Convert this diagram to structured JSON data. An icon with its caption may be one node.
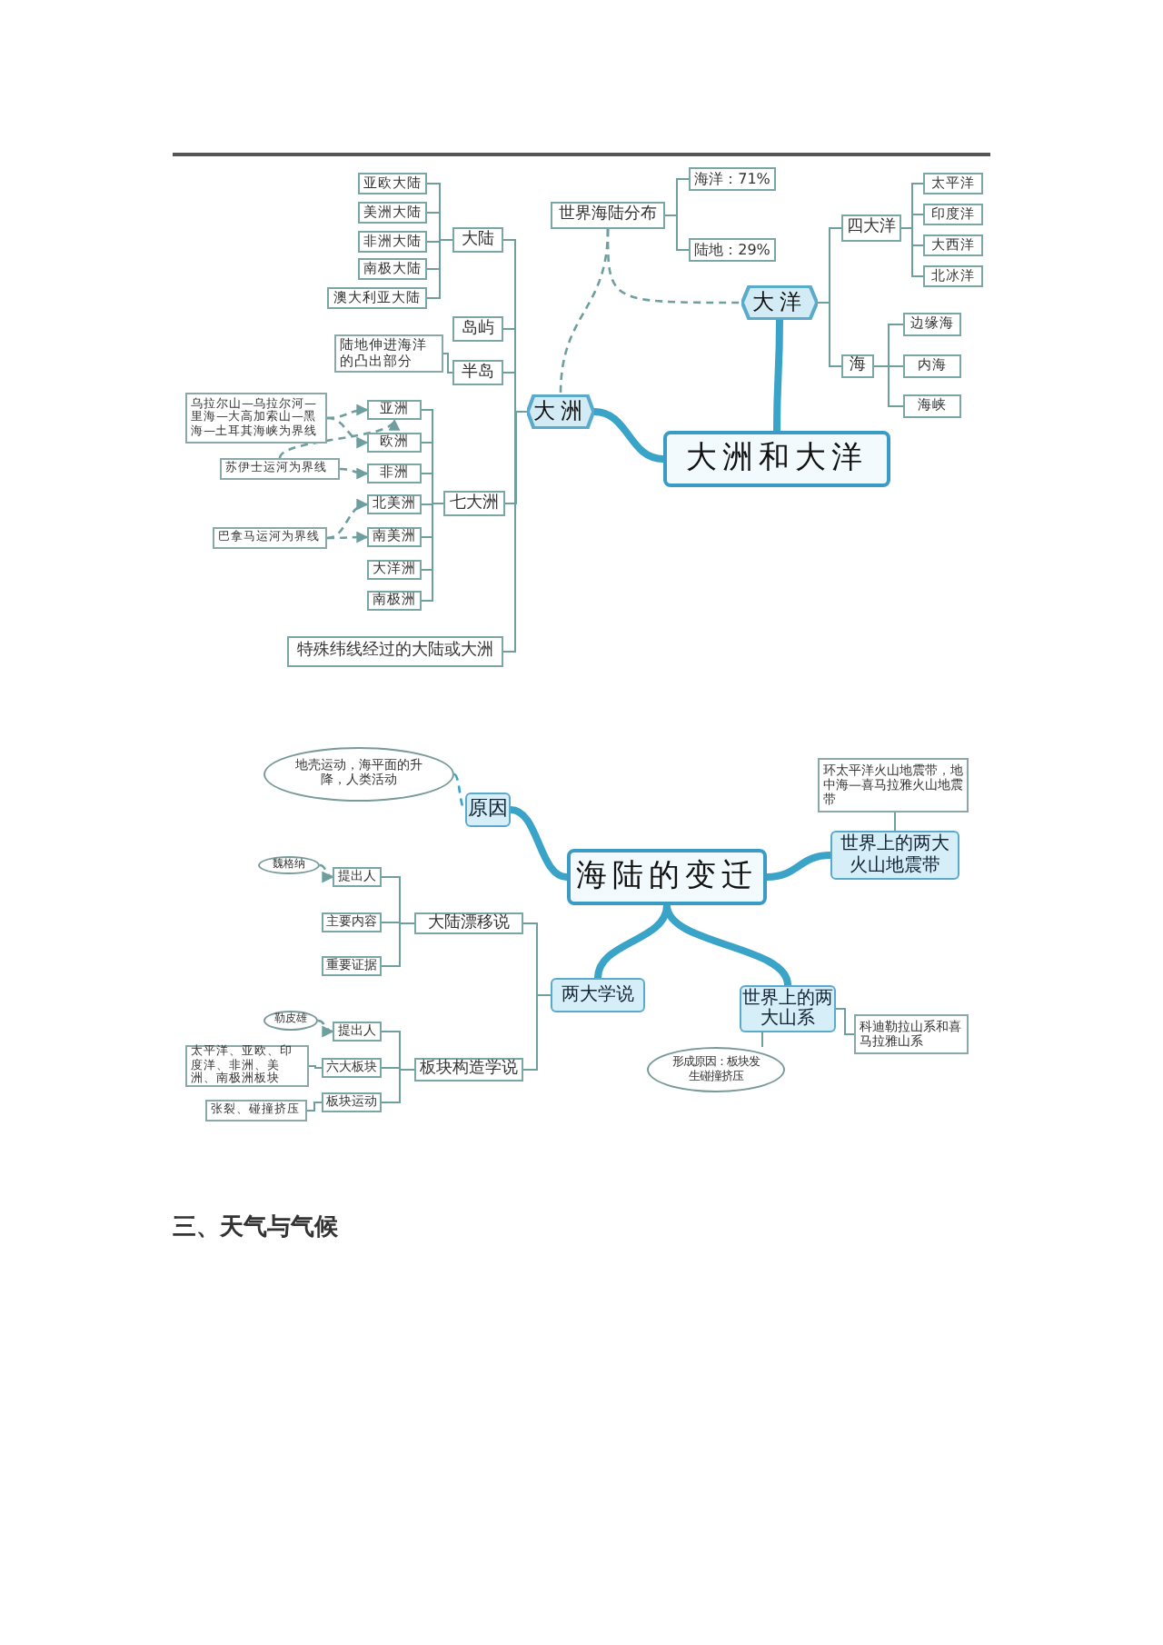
{
  "diagram": {
    "nodes": [
      {
        "text": [
          "大洲和大洋"
        ]
      },
      {
        "text": [
          "大洋"
        ]
      },
      {
        "text": [
          "世界海陆分布"
        ]
      },
      {
        "text": [
          "海洋：71%"
        ]
      },
      {
        "text": [
          "陆地：29%"
        ]
      },
      {
        "text": [
          "四大洋"
        ]
      },
      {
        "text": [
          "太平洋"
        ]
      },
      {
        "text": [
          "印度洋"
        ]
      },
      {
        "text": [
          "大西洋"
        ]
      },
      {
        "text": [
          "北冰洋"
        ]
      },
      {
        "text": [
          "海"
        ]
      },
      {
        "text": [
          "边缘海"
        ]
      },
      {
        "text": [
          "内海"
        ]
      },
      {
        "text": [
          "海峡"
        ]
      },
      {
        "text": [
          "大洲"
        ]
      },
      {
        "text": [
          "大陆"
        ]
      },
      {
        "text": [
          "亚欧大陆"
        ]
      },
      {
        "text": [
          "美洲大陆"
        ]
      },
      {
        "text": [
          "非洲大陆"
        ]
      },
      {
        "text": [
          "南极大陆"
        ]
      },
      {
        "text": [
          "澳大利亚大陆"
        ]
      },
      {
        "text": [
          "岛屿"
        ]
      },
      {
        "text": [
          "陆地伸进海洋的凸出部分"
        ]
      },
      {
        "text": [
          "半岛"
        ]
      },
      {
        "text": [
          "七大洲"
        ]
      },
      {
        "text": [
          "乌拉尔山—乌拉尔河—里海—大高加索山—黑海—土耳其海峡为界线"
        ]
      },
      {
        "text": [
          "苏伊士运河为界线"
        ]
      },
      {
        "text": [
          "亚洲"
        ]
      },
      {
        "text": [
          "欧洲"
        ]
      },
      {
        "text": [
          "非洲"
        ]
      },
      {
        "text": [
          "巴拿马运河为界线"
        ]
      },
      {
        "text": [
          "北美洲"
        ]
      },
      {
        "text": [
          "南美洲"
        ]
      },
      {
        "text": [
          "大洋洲"
        ]
      },
      {
        "text": [
          "南极洲"
        ]
      },
      {
        "text": [
          "特殊纬线经过的大陆或大洲"
        ]
      },
      {
        "text": [
          "海陆的变迁"
        ]
      },
      {
        "text": [
          "地壳运动，海平面的升降，人类活动"
        ]
      },
      {
        "text": [
          "原因"
        ]
      },
      {
        "text": [
          "环太平洋火山地震带，地中海—喜马拉雅火山地震带"
        ]
      },
      {
        "text": [
          "世界上的两大火山地震带"
        ]
      },
      {
        "text": [
          "魏格纳"
        ]
      },
      {
        "text": [
          "提出人"
        ]
      },
      {
        "text": [
          "主要内容"
        ]
      },
      {
        "text": [
          "重要证据"
        ]
      },
      {
        "text": [
          "大陆漂移说"
        ]
      },
      {
        "text": [
          "两大学说"
        ]
      },
      {
        "text": [
          "勒皮雄"
        ]
      },
      {
        "text": [
          "提出人"
        ]
      },
      {
        "text": [
          "太平洋、亚欧、印度洋、非洲、美洲、南极洲板块"
        ]
      },
      {
        "text": [
          "六大板块"
        ]
      },
      {
        "text": [
          "张裂、碰撞挤压"
        ]
      },
      {
        "text": [
          "板块运动"
        ]
      },
      {
        "text": [
          "板块构造学说"
        ]
      },
      {
        "text": [
          "世界上的两大山系"
        ]
      },
      {
        "text": [
          "科迪勒拉山系和喜马拉雅山系"
        ]
      },
      {
        "text": [
          "形成原因：板块发生碰撞挤压"
        ]
      }
    ],
    "edges": [
      {
        "from": 0,
        "to": 14,
        "arrow": "none",
        "style": "thick",
        "color": "#3aa3c8"
      },
      {
        "from": 0,
        "to": 1,
        "arrow": "none",
        "style": "thick",
        "color": "#3aa3c8"
      },
      {
        "from": 2,
        "to": 14,
        "arrow": "none",
        "style": "dashed"
      },
      {
        "from": 2,
        "to": 1,
        "arrow": "none",
        "style": "dashed"
      },
      {
        "from": 2,
        "to": 3,
        "arrow": "none"
      },
      {
        "from": 2,
        "to": 4,
        "arrow": "none"
      },
      {
        "from": 1,
        "to": 5,
        "arrow": "none"
      },
      {
        "from": 1,
        "to": 10,
        "arrow": "none"
      },
      {
        "from": 5,
        "to": 6,
        "arrow": "none"
      },
      {
        "from": 5,
        "to": 7,
        "arrow": "none"
      },
      {
        "from": 5,
        "to": 8,
        "arrow": "none"
      },
      {
        "from": 5,
        "to": 9,
        "arrow": "none"
      },
      {
        "from": 10,
        "to": 11,
        "arrow": "none"
      },
      {
        "from": 10,
        "to": 12,
        "arrow": "none"
      },
      {
        "from": 10,
        "to": 13,
        "arrow": "none"
      },
      {
        "from": 14,
        "to": 15,
        "arrow": "none"
      },
      {
        "from": 14,
        "to": 21,
        "arrow": "none"
      },
      {
        "from": 14,
        "to": 23,
        "arrow": "none"
      },
      {
        "from": 14,
        "to": 24,
        "arrow": "none"
      },
      {
        "from": 14,
        "to": 35,
        "arrow": "none"
      },
      {
        "from": 15,
        "to": 16,
        "arrow": "none"
      },
      {
        "from": 15,
        "to": 17,
        "arrow": "none"
      },
      {
        "from": 15,
        "to": 18,
        "arrow": "none"
      },
      {
        "from": 15,
        "to": 19,
        "arrow": "none"
      },
      {
        "from": 15,
        "to": 20,
        "arrow": "none"
      },
      {
        "from": 22,
        "to": 23,
        "arrow": "none"
      },
      {
        "from": 24,
        "to": 27,
        "arrow": "none"
      },
      {
        "from": 24,
        "to": 28,
        "arrow": "none"
      },
      {
        "from": 24,
        "to": 29,
        "arrow": "none"
      },
      {
        "from": 24,
        "to": 31,
        "arrow": "none"
      },
      {
        "from": 24,
        "to": 32,
        "arrow": "none"
      },
      {
        "from": 24,
        "to": 33,
        "arrow": "none"
      },
      {
        "from": 24,
        "to": 34,
        "arrow": "none"
      },
      {
        "from": 25,
        "to": 27,
        "arrow": "to",
        "style": "dashed"
      },
      {
        "from": 25,
        "to": 28,
        "arrow": "to",
        "style": "dashed"
      },
      {
        "from": 26,
        "to": 27,
        "arrow": "to",
        "style": "dashed"
      },
      {
        "from": 26,
        "to": 29,
        "arrow": "to",
        "style": "dashed"
      },
      {
        "from": 30,
        "to": 31,
        "arrow": "to",
        "style": "dashed"
      },
      {
        "from": 30,
        "to": 32,
        "arrow": "to",
        "style": "dashed"
      },
      {
        "from": 36,
        "to": 38,
        "arrow": "none",
        "style": "thick",
        "color": "#3aa3c8"
      },
      {
        "from": 37,
        "to": 38,
        "arrow": "none",
        "style": "dashed",
        "color": "#3aa3c8"
      },
      {
        "from": 36,
        "to": 40,
        "arrow": "none",
        "style": "thick",
        "color": "#3aa3c8"
      },
      {
        "from": 39,
        "to": 40,
        "arrow": "none"
      },
      {
        "from": 36,
        "to": 46,
        "arrow": "none",
        "style": "thick",
        "color": "#3aa3c8"
      },
      {
        "from": 36,
        "to": 54,
        "arrow": "none",
        "style": "thick",
        "color": "#3aa3c8"
      },
      {
        "from": 55,
        "to": 54,
        "arrow": "none"
      },
      {
        "from": 56,
        "to": 54,
        "arrow": "none"
      },
      {
        "from": 46,
        "to": 45,
        "arrow": "none"
      },
      {
        "from": 46,
        "to": 53,
        "arrow": "none"
      },
      {
        "from": 45,
        "to": 42,
        "arrow": "none"
      },
      {
        "from": 45,
        "to": 43,
        "arrow": "none"
      },
      {
        "from": 45,
        "to": 44,
        "arrow": "none"
      },
      {
        "from": 41,
        "to": 42,
        "arrow": "to",
        "style": "dashed"
      },
      {
        "from": 53,
        "to": 48,
        "arrow": "none"
      },
      {
        "from": 53,
        "to": 50,
        "arrow": "none"
      },
      {
        "from": 53,
        "to": 52,
        "arrow": "none"
      },
      {
        "from": 47,
        "to": 48,
        "arrow": "to",
        "style": "dashed"
      },
      {
        "from": 49,
        "to": 50,
        "arrow": "none"
      },
      {
        "from": 51,
        "to": 52,
        "arrow": "none"
      }
    ],
    "labels": [
      "三、天气与气候"
    ]
  }
}
